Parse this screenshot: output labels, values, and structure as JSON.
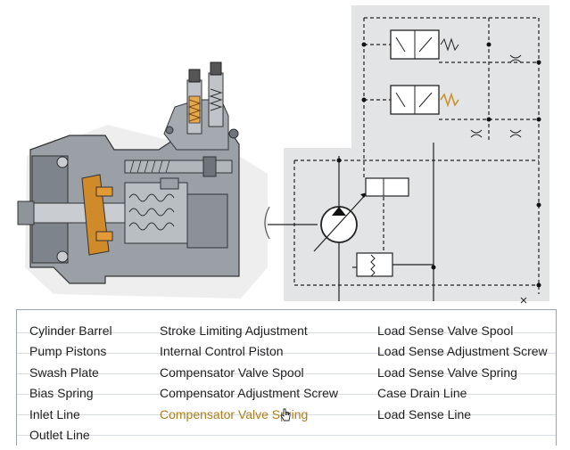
{
  "legend": {
    "columns": [
      [
        "Cylinder Barrel",
        "Pump Pistons",
        "Swash Plate",
        "Bias Spring",
        "Inlet Line",
        "Outlet Line"
      ],
      [
        "Stroke Limiting Adjustment",
        "Internal Control Piston",
        "Compensator Valve Spool",
        "Compensator Adjustment Screw",
        "Compensator Valve Spring"
      ],
      [
        "Load Sense Valve Spool",
        "Load Sense Adjustment Screw",
        "Load Sense Valve Spring",
        "Case Drain Line",
        "Load Sense Line"
      ]
    ],
    "active_item": "Compensator Valve Spring"
  },
  "colors": {
    "highlight": "#b07d1a",
    "schematic_fill": "#e2e4e6",
    "spring_highlight": "#c9922b"
  },
  "icons": [
    "cursor-hand-icon",
    "pump-symbol-icon",
    "spring-icon",
    "check-valve-icon"
  ]
}
